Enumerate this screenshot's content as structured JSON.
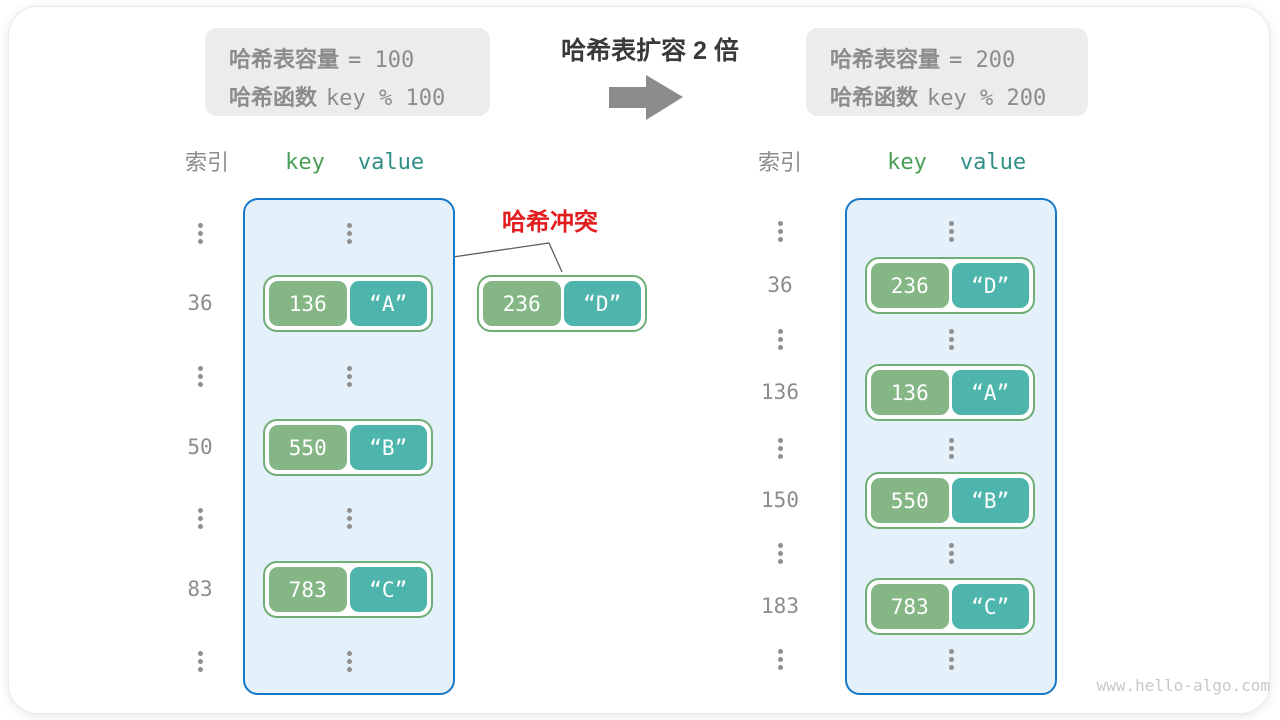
{
  "header": {
    "before_box": {
      "line1_label": "哈希表容量",
      "line1_value": "= 100",
      "line2_label": "哈希函数",
      "line2_value": "key % 100"
    },
    "title": "哈希表扩容 2 倍",
    "after_box": {
      "line1_label": "哈希表容量",
      "line1_value": "= 200",
      "line2_label": "哈希函数",
      "line2_value": "key % 200"
    }
  },
  "collision": {
    "label": "哈希冲突"
  },
  "left_table": {
    "index_header": "索引",
    "key_header": "key",
    "value_header": "value",
    "pairs": [
      {
        "index": "36",
        "key": "136",
        "value": "“A”"
      },
      {
        "index": "50",
        "key": "550",
        "value": "“B”"
      },
      {
        "index": "83",
        "key": "783",
        "value": "“C”"
      }
    ]
  },
  "overflow_pair": {
    "key": "236",
    "value": "“D”"
  },
  "right_table": {
    "index_header": "索引",
    "key_header": "key",
    "value_header": "value",
    "pairs": [
      {
        "index": "36",
        "key": "236",
        "value": "“D”"
      },
      {
        "index": "136",
        "key": "136",
        "value": "“A”"
      },
      {
        "index": "150",
        "key": "550",
        "value": "“B”"
      },
      {
        "index": "183",
        "key": "783",
        "value": "“C”"
      }
    ]
  },
  "watermark": "www.hello-algo.com",
  "colors": {
    "box_bg": "#ececec",
    "gray_text": "#8c8c8c",
    "title_color": "#3a3a3a",
    "arrow_gray": "#8c8c8c",
    "table_fill": "#e4f0fa",
    "table_border": "#1878c8",
    "pair_border": "#6fae74",
    "key_green": "#85b786",
    "value_teal": "#4db5ab",
    "key_header": "#4a9f57",
    "value_header": "#2f8f86",
    "red": "#e21d1d",
    "line_gray": "#5f5f5f",
    "watermark": "#c8c8c8"
  }
}
